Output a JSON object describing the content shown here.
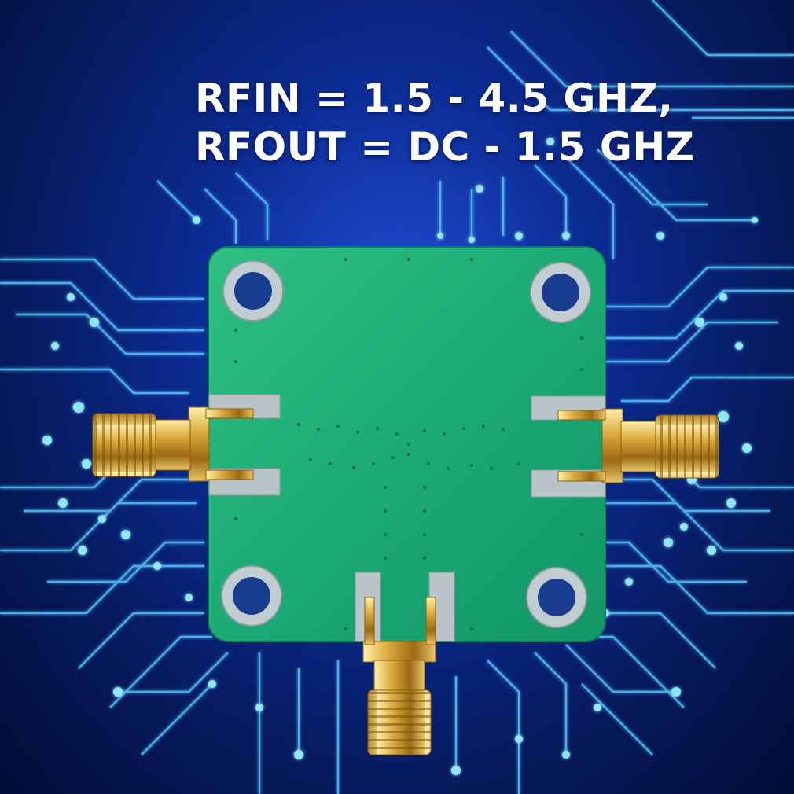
{
  "caption": {
    "line1": "RFIN = 1.5 - 4.5 GHZ,",
    "line2": "RFOUT = DC - 1.5 GHZ"
  },
  "colors": {
    "pcb": "#1fae74",
    "pad": "#b9c4c8",
    "gold": "#d9a93c",
    "circuit_glow": "#5fd7ff"
  },
  "objects": [
    "pcb-board",
    "sma-connector-left",
    "sma-connector-right",
    "sma-connector-bottom",
    "mounting-hole"
  ]
}
